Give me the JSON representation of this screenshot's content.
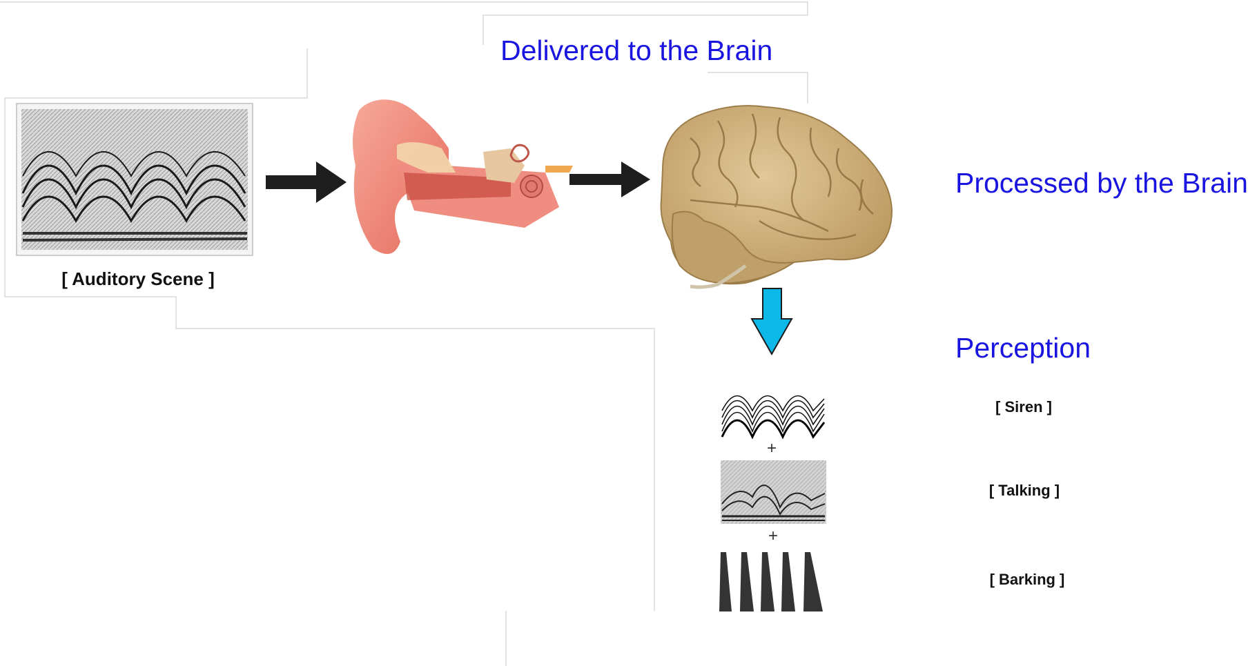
{
  "labels": {
    "delivered": "Delivered to the Brain",
    "processed": "Processed by the Brain",
    "perception": "Perception",
    "auditory_scene": "[ Auditory Scene ]",
    "siren": "[ Siren ]",
    "talking": "[ Talking ]",
    "barking": "[ Barking ]",
    "plus": "+"
  },
  "colors": {
    "blue_text": "#1a14e0",
    "down_arrow": "#0cb8e8",
    "brain": "#c9ad7a",
    "ear": "#f08a7a",
    "dark_arrow": "#1e1e1e"
  },
  "icons": {
    "scene": "spectrogram-image",
    "ear": "ear-anatomy-illustration",
    "brain": "brain-illustration",
    "flow_arrow": "right-arrow-icon",
    "down_arrow": "down-arrow-icon"
  }
}
